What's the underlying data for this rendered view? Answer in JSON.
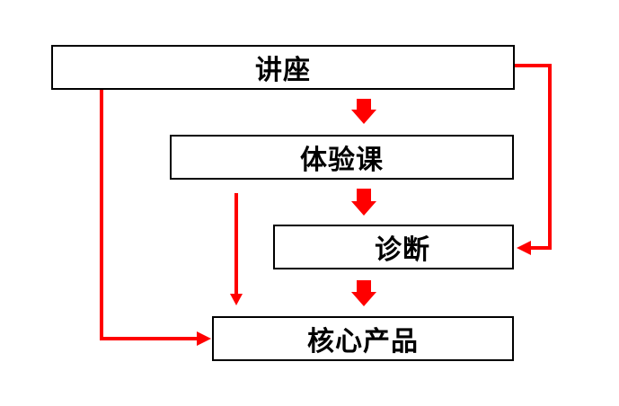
{
  "diagram": {
    "nodes": {
      "lecture": "讲座",
      "trial_class": "体验课",
      "diagnosis": "诊断",
      "core_product": "核心产品"
    }
  },
  "colors": {
    "arrow": "#ff0000",
    "box_border": "#000000",
    "text": "#000000",
    "background": "#ffffff"
  }
}
